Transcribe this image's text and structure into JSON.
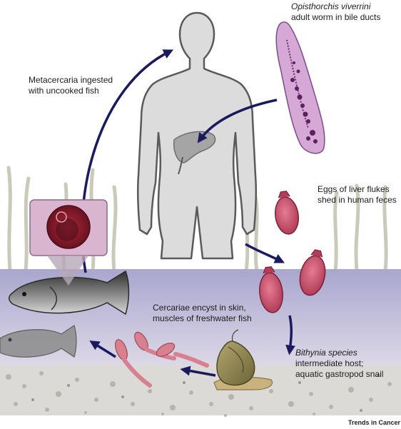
{
  "labels": {
    "host_species": "Opisthorchis viverrini",
    "host_location": "adult worm in bile ducts",
    "ingest_line1": "Metacercaria ingested",
    "ingest_line2": "with uncooked fish",
    "eggs_line1": "Eggs of liver flukes",
    "eggs_line2": "shed in human feces",
    "encyst_line1": "Cercariae encyst in skin,",
    "encyst_line2": "muscles of freshwater fish",
    "snail_species": "Bithynia species",
    "snail_line2": "intermediate host;",
    "snail_line3": "aquatic gastropod snail"
  },
  "footer": {
    "source": "Trends in Cancer"
  },
  "colors": {
    "arrow": "#1a1a5e",
    "human": "#dcdcdc",
    "human_outline": "#5a5a5a",
    "worm": "#d6a8d6",
    "egg": "#c4506a",
    "water_top": "#a9a6cf",
    "water_bottom": "#ece9ee",
    "fish": "#474747",
    "snail": "#8f8554",
    "cercaria": "#d98090"
  },
  "icons": [
    "human-figure-icon",
    "liver-icon",
    "adult-worm-icon",
    "egg-icon",
    "fish-icon",
    "snail-icon",
    "cercaria-icon",
    "metacercaria-cyst-icon"
  ]
}
